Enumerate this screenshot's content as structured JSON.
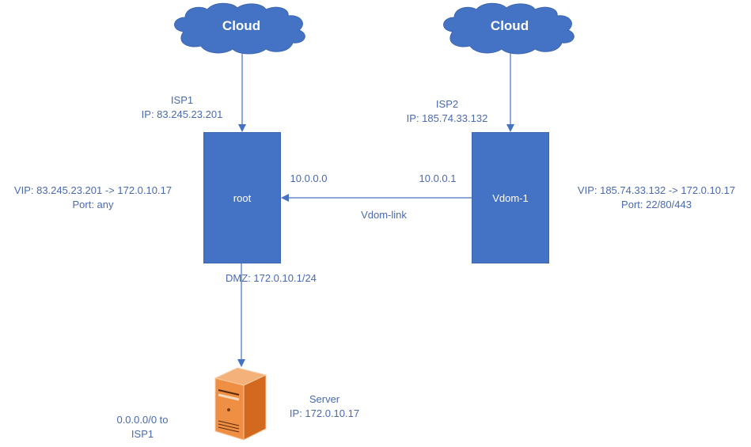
{
  "clouds": [
    {
      "label": "Cloud"
    },
    {
      "label": "Cloud"
    }
  ],
  "nodes": {
    "root": {
      "label": "root"
    },
    "vdom1": {
      "label": "Vdom-1"
    }
  },
  "labels": {
    "isp1": "ISP1",
    "isp1_ip": "IP: 83.245.23.201",
    "isp2": "ISP2",
    "isp2_ip": "IP: 185.74.33.132",
    "root_vip": "VIP: 83.245.23.201 -> 172.0.10.17",
    "root_port": "Port: any",
    "vdom1_vip": "VIP: 185.74.33.132 -> 172.0.10.17",
    "vdom1_port": "Port: 22/80/443",
    "link_root_ip": "10.0.0.0",
    "link_vdom_ip": "10.0.0.1",
    "link_name": "Vdom-link",
    "dmz": "DMZ: 172.0.10.1/24",
    "server_name": "Server",
    "server_ip": "IP: 172.0.10.17",
    "route_line1": "0.0.0.0/0 to",
    "route_line2": "ISP1"
  },
  "colors": {
    "node_fill": "#4472c4",
    "text": "#4a6ab0",
    "server": "#e07b2e"
  }
}
